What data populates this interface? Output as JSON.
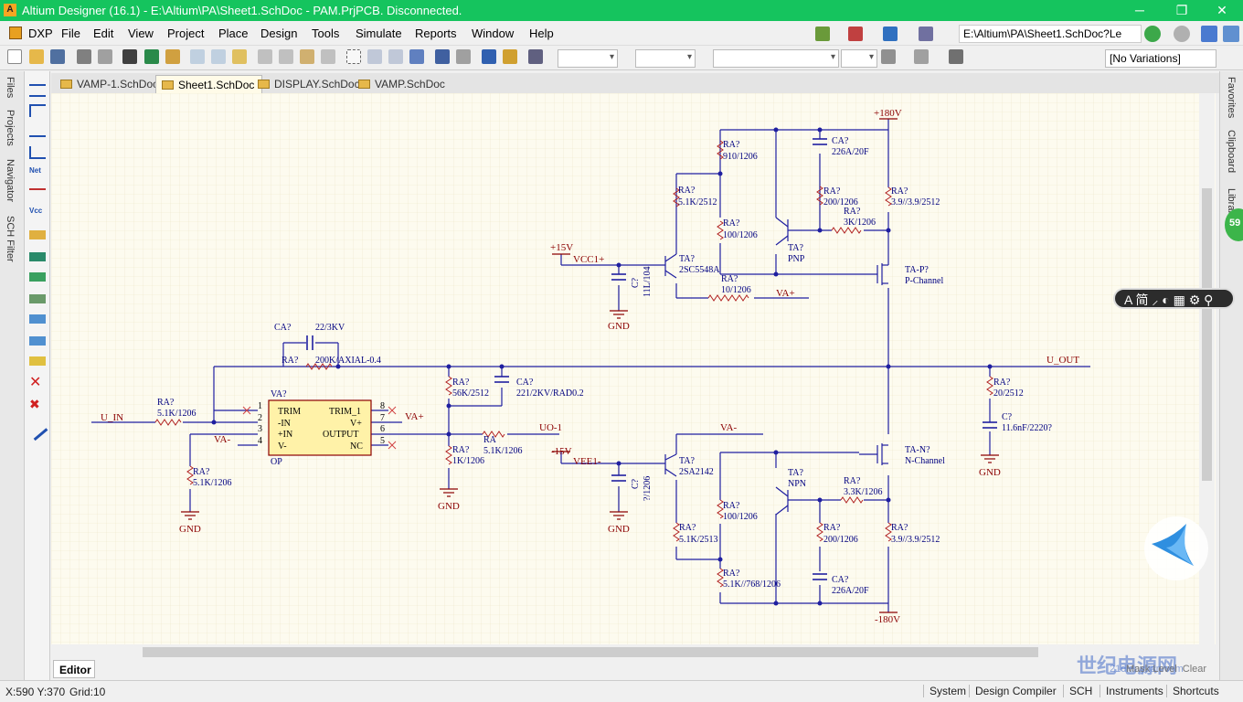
{
  "window": {
    "title": "Altium Designer (16.1) - E:\\Altium\\PA\\Sheet1.SchDoc - PAM.PrjPCB. Disconnected.",
    "minimize": "─",
    "maximize": "❐",
    "close": "✕"
  },
  "menu": {
    "dxp": "DXP",
    "items": [
      "File",
      "Edit",
      "View",
      "Project",
      "Place",
      "Design",
      "Tools",
      "Simulate",
      "Reports",
      "Window",
      "Help"
    ]
  },
  "toolbar": {
    "path": "E:\\Altium\\PA\\Sheet1.SchDoc?Le",
    "variations": "[No Variations]"
  },
  "side_tabs": {
    "left": [
      "Files",
      "Projects",
      "Navigator",
      "SCH Filter"
    ],
    "right": [
      "Favorites",
      "Clipboard",
      "Librar"
    ]
  },
  "tabs": [
    {
      "label": "VAMP-1.SchDoc",
      "active": false
    },
    {
      "label": "Sheet1.SchDoc",
      "active": true
    },
    {
      "label": "DISPLAY.SchDoc",
      "active": false
    },
    {
      "label": "VAMP.SchDoc",
      "active": false
    }
  ],
  "schematic": {
    "labels": {
      "v_plus_180": "+180V",
      "v_minus_180": "-180V",
      "v_plus_15": "+15V",
      "v_minus_15": "-15V",
      "vcc1": "VCC1+",
      "vee1": "VEE1-",
      "u_in": "U_IN",
      "u_out": "U_OUT",
      "uo1": "UO-1",
      "va_plus": "VA+",
      "va_minus": "VA-",
      "gnd": "GND"
    },
    "components": {
      "ra910": [
        "RA?",
        "910/1206"
      ],
      "ra51k_top": [
        "RA?",
        "5.1K/2512"
      ],
      "ra100_top": [
        "RA?",
        "100/1206"
      ],
      "ra10": [
        "RA?",
        "10/1206"
      ],
      "ca226_top": [
        "CA?",
        "226A/20F"
      ],
      "ra200_top": [
        "RA?",
        "200/1206"
      ],
      "ra3k_top": [
        "RA?",
        "3K/1206"
      ],
      "ra39_top": [
        "RA?",
        "3.9//3.9/2512"
      ],
      "q_npn_top": [
        "TA?",
        "2SC5548A"
      ],
      "q_pnp": [
        "TA?",
        "PNP"
      ],
      "q_pmos": [
        "TA-P?",
        "P-Channel"
      ],
      "c7_top": [
        "C?",
        "11L/104"
      ],
      "ca22": [
        "CA?",
        "22/3KV"
      ],
      "ra200k": [
        "RA?",
        "200K/AXIAL-0.4"
      ],
      "ra51k_in": [
        "RA?",
        "5.1K/1206"
      ],
      "opamp": [
        "VA?",
        "OP"
      ],
      "opamp_pins_left": [
        "TRIM",
        "-IN",
        "+IN",
        "V-"
      ],
      "opamp_pins_right": [
        "TRIM_1",
        "V+",
        "OUTPUT",
        "NC"
      ],
      "opamp_pin_nums_left": [
        "1",
        "2",
        "3",
        "4"
      ],
      "opamp_pin_nums_right": [
        "8",
        "7",
        "6",
        "5"
      ],
      "ra51k_gnd": [
        "RA?",
        "5.1K/1206"
      ],
      "ra56k": [
        "RA?",
        "56K/2512"
      ],
      "ca221": [
        "CA?",
        "221/2KV/RAD0.2"
      ],
      "ra1k": [
        "RA?",
        "1K/1206"
      ],
      "ra51k_mid": [
        "RA",
        "5.1K/1206"
      ],
      "ra20": [
        "RA?",
        "20/2512"
      ],
      "c11n": [
        "C?",
        "11.6nF/2220?"
      ],
      "q_pnp_bot": [
        "TA?",
        "2SA2142"
      ],
      "c7_bot": [
        "C?",
        "?/1206"
      ],
      "ra100_bot": [
        "RA?",
        "100/1206"
      ],
      "ra51k_bot": [
        "RA?",
        "5.1K/2513"
      ],
      "ra51k768": [
        "RA?",
        "5.1K//768/1206"
      ],
      "q_npn": [
        "TA?",
        "NPN"
      ],
      "ra33k": [
        "RA?",
        "3.3K/1206"
      ],
      "ra200_bot": [
        "RA?",
        "200/1206"
      ],
      "ca226_bot": [
        "CA?",
        "226A/20F"
      ],
      "ra39_bot": [
        "RA?",
        "3.9//3.9/2512"
      ],
      "q_nmos": [
        "TA-N?",
        "N-Channel"
      ]
    }
  },
  "bottom": {
    "editor_tab": "Editor",
    "coords": "X:590 Y:370",
    "grid": "Grid:10",
    "panels": [
      "System",
      "Design Compiler",
      "SCH",
      "Instruments",
      "Shortcuts"
    ],
    "mask_level": "Mask Level",
    "clear": "Clear"
  },
  "overlays": {
    "ime": "A 简 ⸝ ◐ ▦ ⚙ ⚲",
    "badge": "59",
    "watermark": "世纪电源网",
    "watermark_url": "21dianyuan.com"
  },
  "colors": {
    "titlebar": "#15c45e",
    "wire": "#1f1fa0",
    "power": "#8b0000",
    "component": "#b02020",
    "label": "#000080",
    "opamp_fill": "#fff2a8"
  }
}
